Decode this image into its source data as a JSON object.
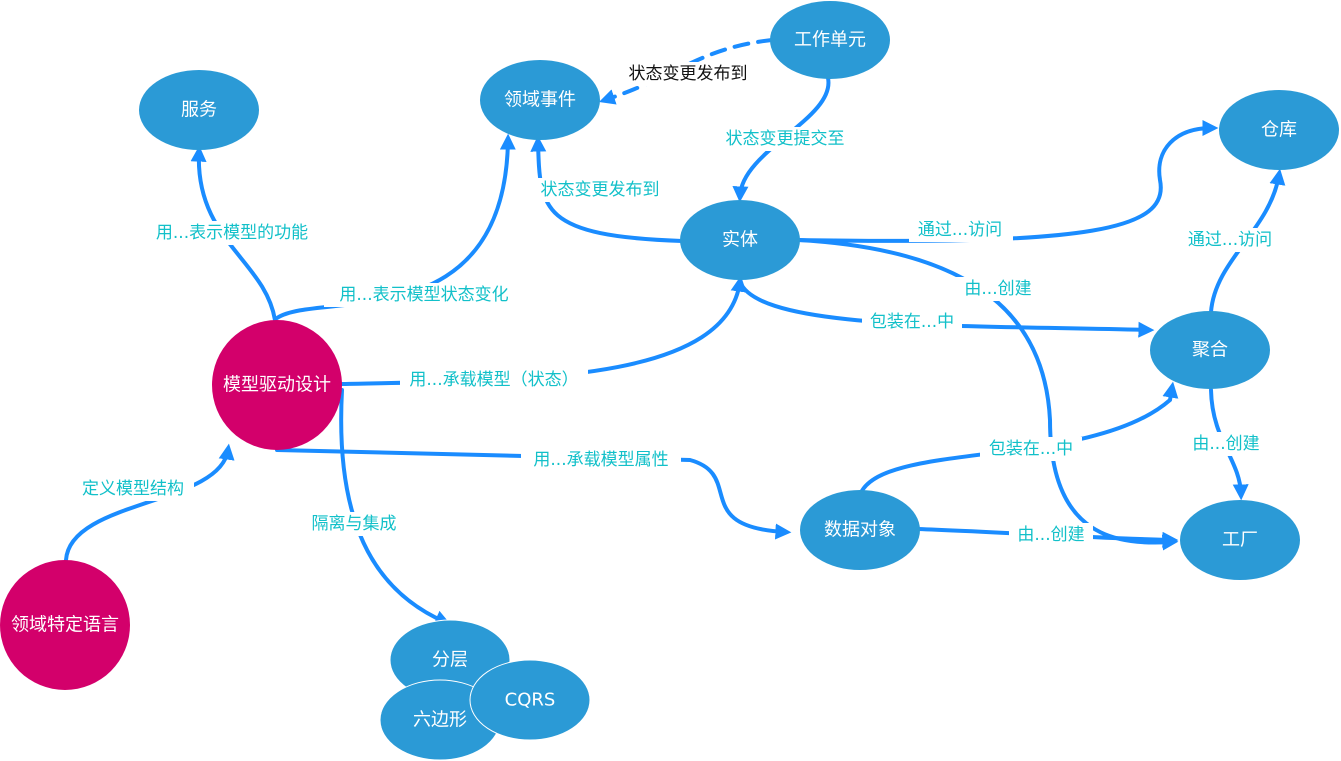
{
  "colors": {
    "node_blue": "#2b9ad6",
    "node_magenta": "#d3006b",
    "edge": "#1a8cff",
    "label_teal": "#12c0c9"
  },
  "nodes": {
    "service": "服务",
    "domain_event": "领域事件",
    "unit_of_work": "工作单元",
    "repository": "仓库",
    "entity": "实体",
    "aggregate": "聚合",
    "mdd": "模型驱动设计",
    "dsl": "领域特定语言",
    "data_object": "数据对象",
    "factory": "工厂",
    "layering": "分层",
    "hexagon": "六边形",
    "cqrs": "CQRS"
  },
  "edges": {
    "uow_to_event": "状态变更发布到",
    "uow_to_entity": "状态变更提交至",
    "entity_to_event": "状态变更发布到",
    "mdd_to_service": "用...表示模型的功能",
    "mdd_to_event": "用...表示模型状态变化",
    "mdd_to_entity": "用...承载模型（状态）",
    "mdd_to_data_object": "用...承载模型属性",
    "mdd_to_layering": "隔离与集成",
    "dsl_to_mdd": "定义模型结构",
    "entity_to_repository": "通过...访问",
    "entity_to_factory": "由...创建",
    "entity_to_aggregate": "包装在...中",
    "aggregate_to_repository": "通过...访问",
    "aggregate_to_factory": "由...创建",
    "data_object_to_aggregate": "包装在...中",
    "data_object_to_factory": "由...创建"
  }
}
